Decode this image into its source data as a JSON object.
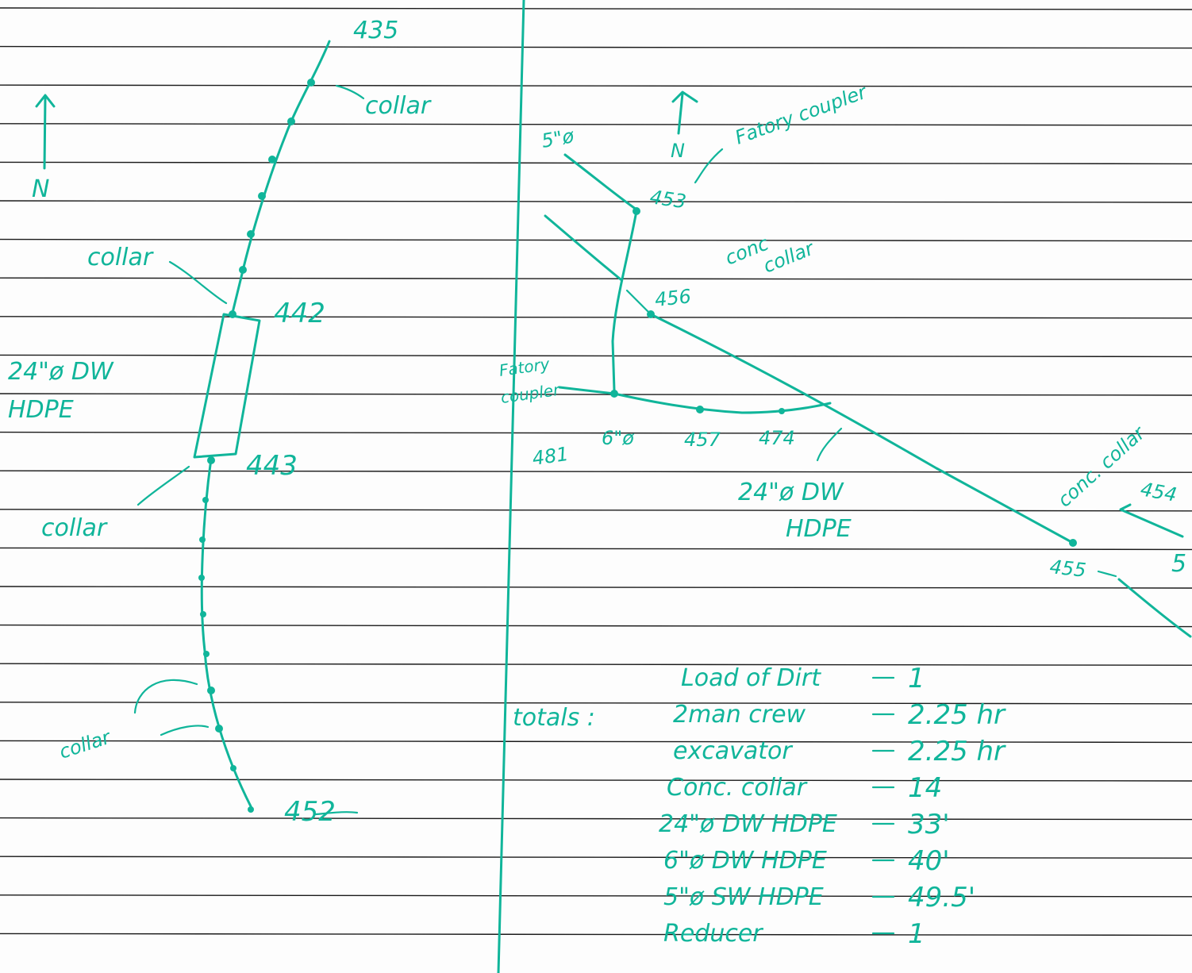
{
  "north_label": "N",
  "left_diagram": {
    "labels": {
      "node_435": "435",
      "collar_top": "collar",
      "collar_mid": "collar",
      "node_442": "442",
      "pipe_size": "24\"ø DW",
      "pipe_type": "HDPE",
      "node_443": "443",
      "collar_lower": "collar",
      "collar_bottom": "collar",
      "node_452": "452"
    }
  },
  "right_diagram": {
    "labels": {
      "five_in": "5\"ø",
      "factory_coupler_top": "Fatory coupler",
      "node_453": "453",
      "conc_collar_line1": "conc",
      "conc_collar_line2": "collar",
      "node_456": "456",
      "factory_coupler_left_1": "Fatory",
      "factory_coupler_left_2": "coupler",
      "node_481": "481",
      "six_in": "6\"ø",
      "node_457": "457",
      "node_474": "474",
      "pipe_24_line1": "24\"ø DW",
      "pipe_24_line2": "HDPE",
      "conc_collar_right": "conc. collar",
      "node_454": "454",
      "node_455": "455",
      "five_right": "5"
    }
  },
  "totals": {
    "heading": "totals :",
    "rows": [
      {
        "item": "Load of Dirt",
        "value": "1"
      },
      {
        "item": "2man crew",
        "value": "2.25 hr"
      },
      {
        "item": "excavator",
        "value": "2.25 hr"
      },
      {
        "item": "Conc. collar",
        "value": "14"
      },
      {
        "item": "24\"ø DW HDPE",
        "value": "33'"
      },
      {
        "item": "6\"ø DW HDPE",
        "value": "40'"
      },
      {
        "item": "5\"ø SW HDPE",
        "value": "49.5'"
      },
      {
        "item": "Reducer",
        "value": "1"
      }
    ]
  }
}
